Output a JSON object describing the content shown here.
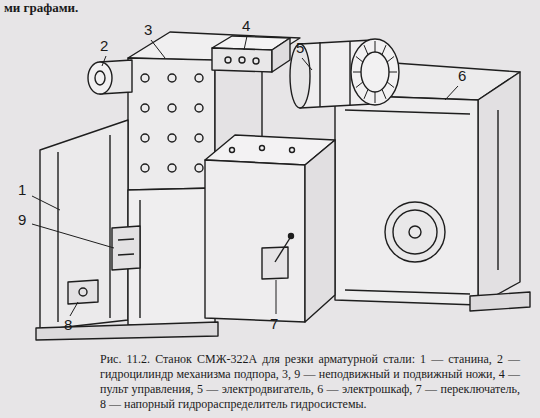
{
  "diagram": {
    "caption": "Рис. 11.2. Станок СМЖ-322А для резки арматурной стали: 1 — станина, 2 — гидроцилиндр механизма подпора, 3, 9 — неподвижный и подвижный ножи, 4 — пульт управления, 5 — электродвигатель, 6 — электрошкаф, 7 — переключатель, 8 — напорный гидрораспределитель гидросистемы.",
    "labels": [
      "ми графами.",
      "1",
      "2",
      "3",
      "4",
      "5",
      "6",
      "7",
      "8",
      "9"
    ]
  }
}
